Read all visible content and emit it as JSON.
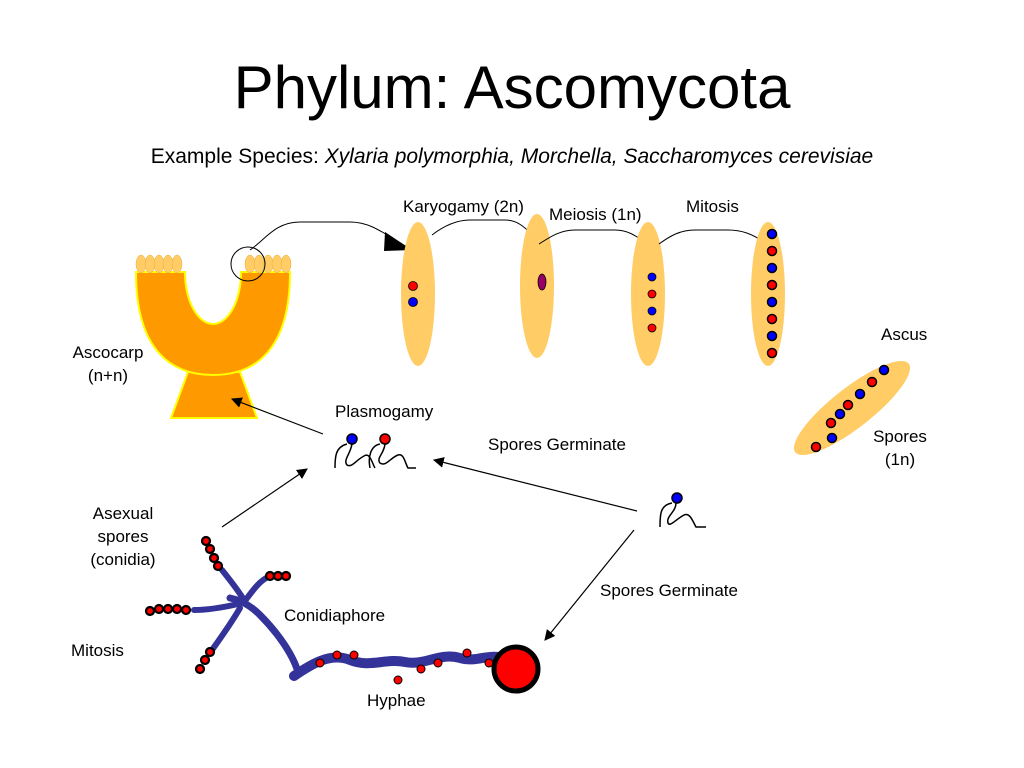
{
  "title": "Phylum: Ascomycota",
  "subtitle": {
    "prefix": "Example Species: ",
    "species": "Xylaria polymorphia, Morchella, Saccharomyces cerevisiae"
  },
  "labels": {
    "karyogamy": "Karyogamy (2n)",
    "meiosis": "Meiosis (1n)",
    "mitosis_top": "Mitosis",
    "ascocarp_line1": "Ascocarp",
    "ascocarp_line2": "(n+n)",
    "ascus": "Ascus",
    "plasmogamy": "Plasmogamy",
    "spores_germinate_top": "Spores Germinate",
    "spores_line1": "Spores",
    "spores_line2": "(1n)",
    "asexual_line1": "Asexual",
    "asexual_line2": "spores",
    "asexual_line3": "(conidia)",
    "spores_germinate_bottom": "Spores Germinate",
    "conidiaphore": "Conidiaphore",
    "mitosis_bottom": "Mitosis",
    "hyphae": "Hyphae"
  },
  "colors": {
    "ascocarp": "#FF9900",
    "ascocarp_outline": "#FFFF00",
    "ascus": "#FFCC66",
    "red_nucleus": "#FF0000",
    "blue_nucleus": "#0000FF",
    "purple_nucleus": "#990066",
    "hyphae": "#333399"
  }
}
